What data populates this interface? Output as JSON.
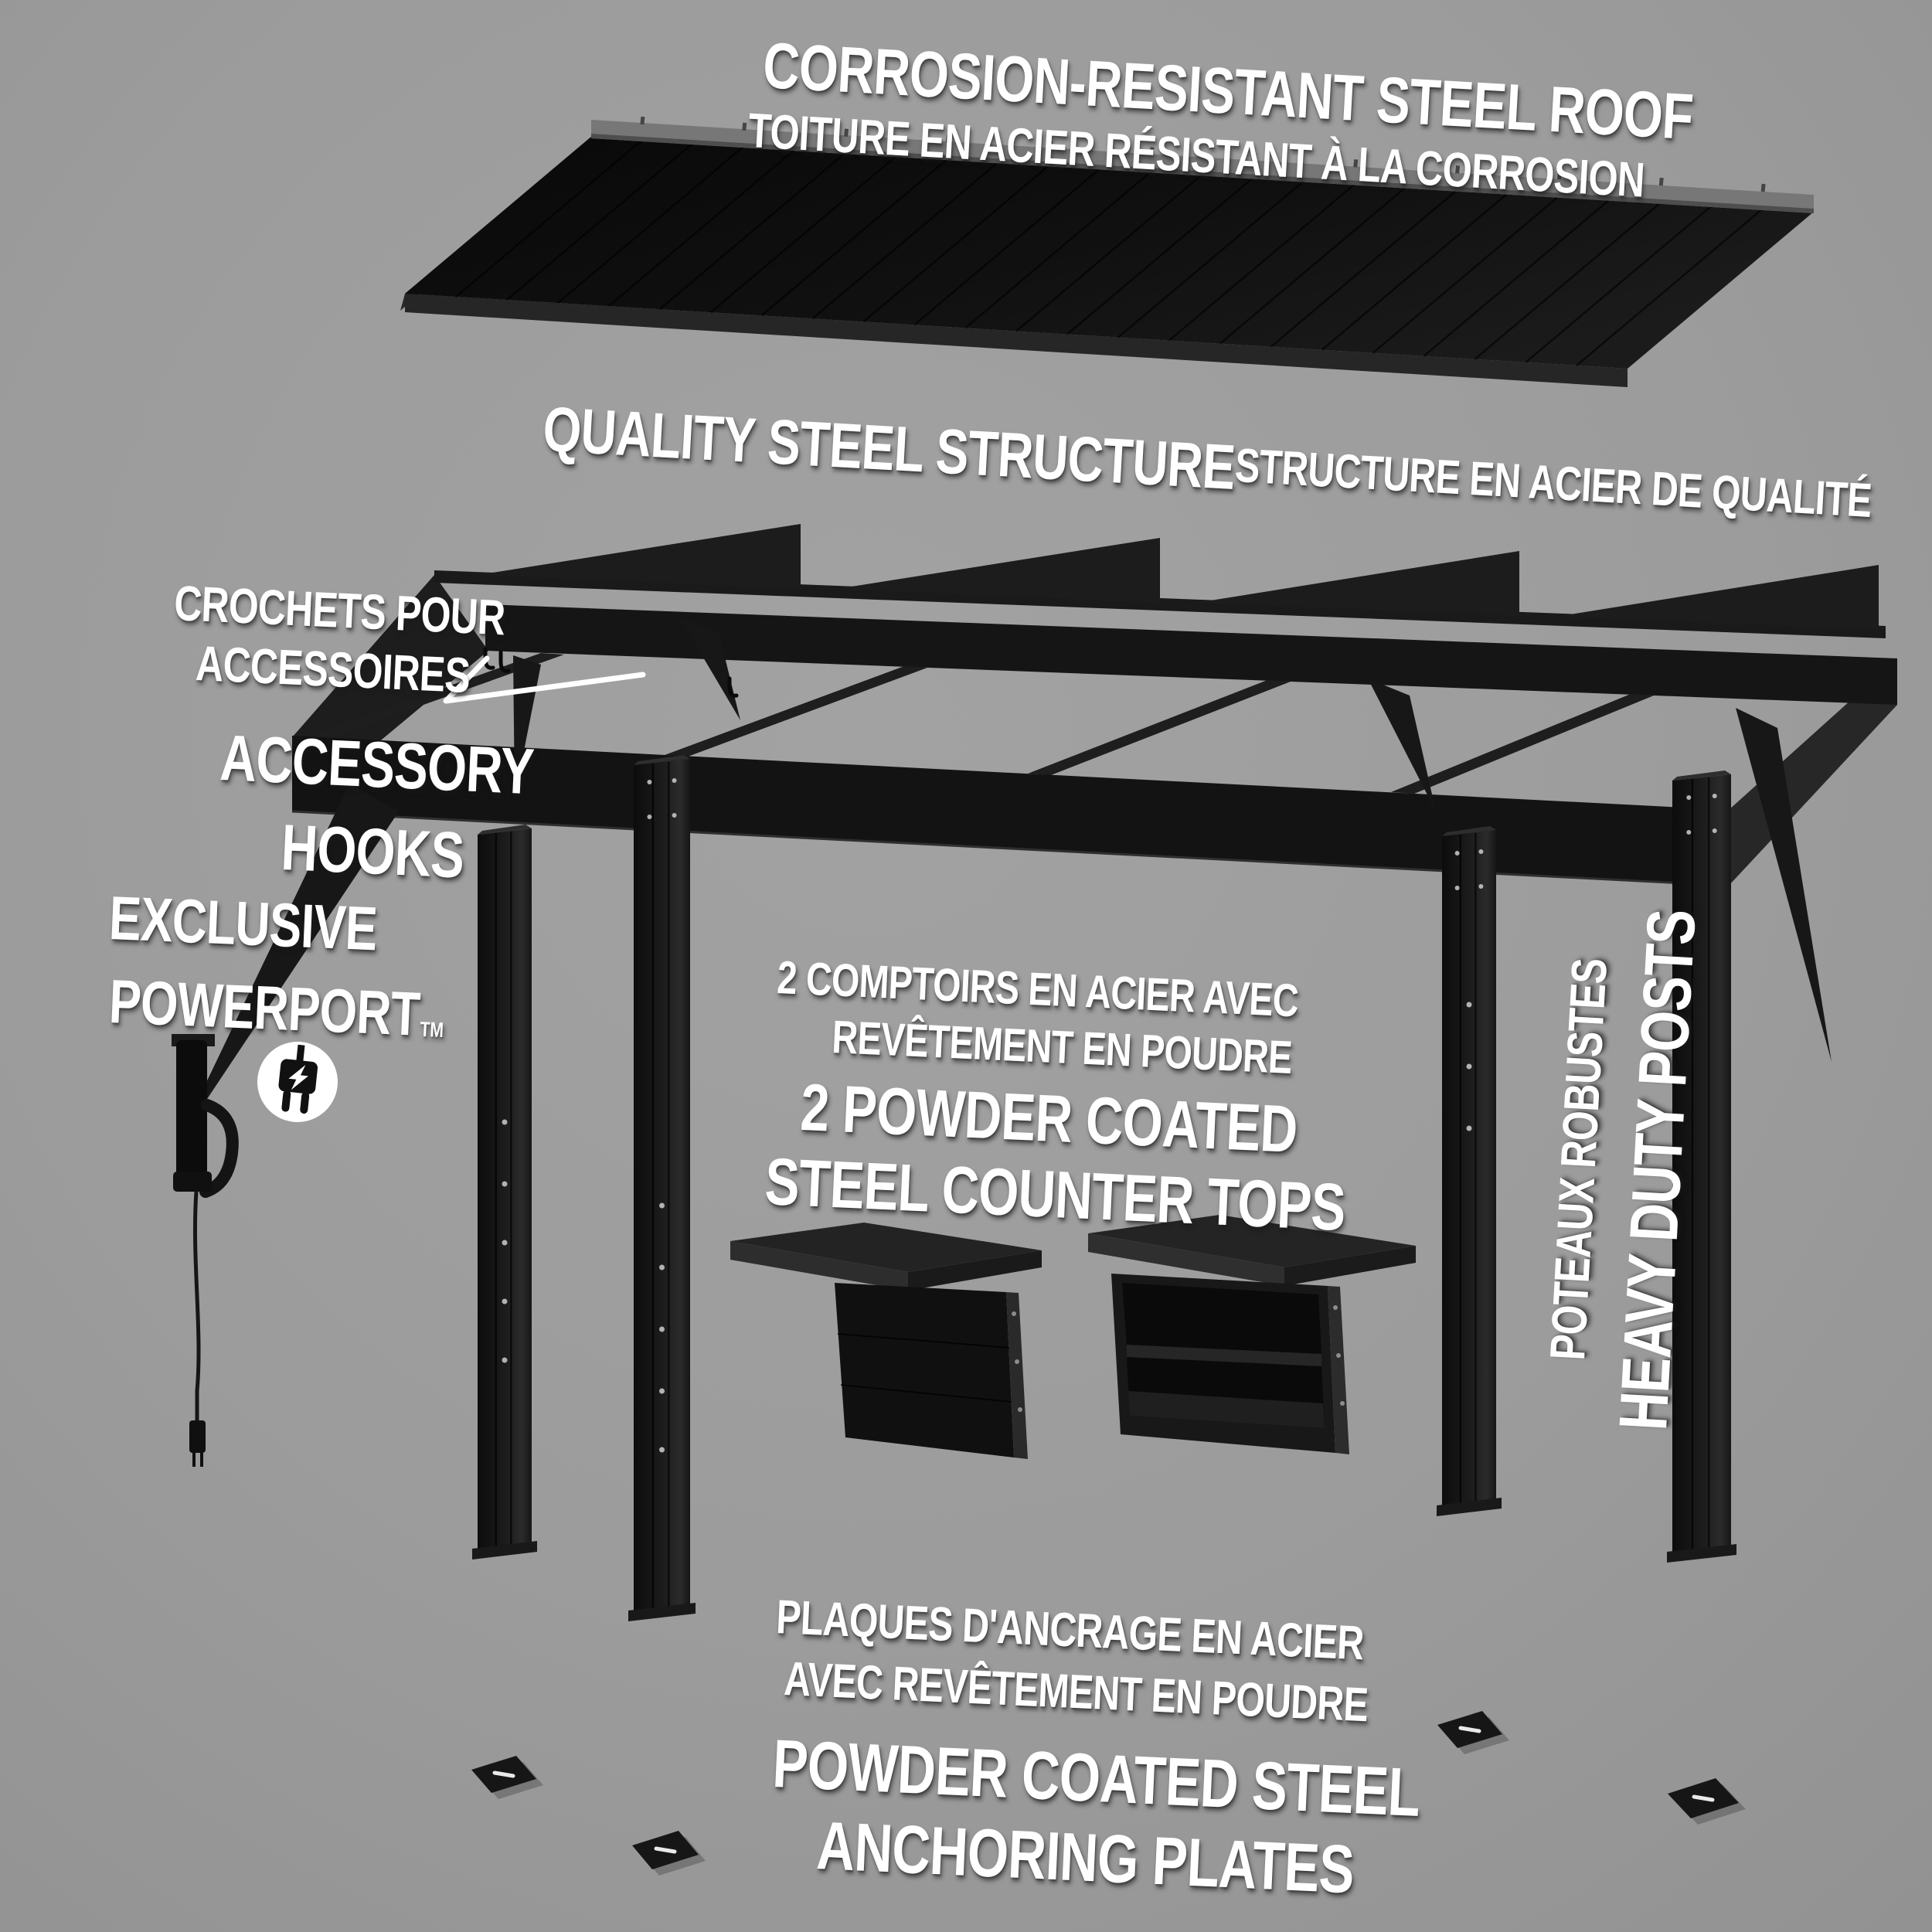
{
  "title_block": {
    "en": "CORROSION-RESISTANT STEEL ROOF",
    "fr": "TOITURE EN ACIER RÉSISTANT À LA CORROSION"
  },
  "structure_block": {
    "en": "QUALITY STEEL STRUCTURE",
    "fr": "STRUCTURE EN ACIER DE QUALITÉ"
  },
  "hooks_block": {
    "fr_line1": "CROCHETS POUR",
    "fr_line2": "ACCESSOIRES",
    "en_line1": "ACCESSORY",
    "en_line2": "HOOKS"
  },
  "powerport_block": {
    "line1": "EXCLUSIVE",
    "line2": "POWERPORT",
    "tm": "TM",
    "icon": "power-plug-lightning-icon"
  },
  "counters_block": {
    "fr_line1": "2 COMPTOIRS EN ACIER AVEC",
    "fr_line2": "REVÊTEMENT EN POUDRE",
    "en_line1": "2 POWDER COATED",
    "en_line2": "STEEL COUNTER TOPS"
  },
  "posts_block": {
    "fr": "POTEAUX ROBUSTES",
    "en": "HEAVY DUTY POSTS"
  },
  "plates_block": {
    "fr_line1": "PLAQUES D'ANCRAGE EN ACIER",
    "fr_line2": "AVEC REVÊTEMENT EN POUDRE",
    "en_line1": "POWDER COATED STEEL",
    "en_line2": "ANCHORING PLATES"
  },
  "colors": {
    "background": "#9c9c9c",
    "steel_dark": "#121212",
    "steel_mid": "#1e1e1e",
    "roof_panel": "#0e0e0e",
    "roof_trim": "#767676",
    "text": "#ffffff",
    "pointer_line": "#ffffff",
    "icon_glyph": "#111111"
  }
}
